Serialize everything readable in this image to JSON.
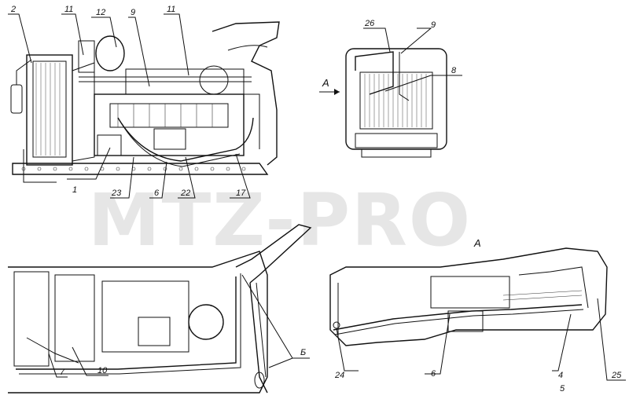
{
  "watermark": "MTZ-PRO",
  "views": {
    "side": {
      "callouts": [
        "2",
        "11",
        "12",
        "9",
        "11",
        "1",
        "23",
        "6",
        "22",
        "17"
      ]
    },
    "front": {
      "view_label": "A",
      "callouts": [
        "26",
        "9",
        "8"
      ]
    },
    "top": {
      "callouts": [
        "7",
        "10",
        "Б"
      ]
    },
    "detail": {
      "view_label": "A",
      "callouts": [
        "24",
        "6",
        "4",
        "5",
        "25"
      ]
    }
  }
}
